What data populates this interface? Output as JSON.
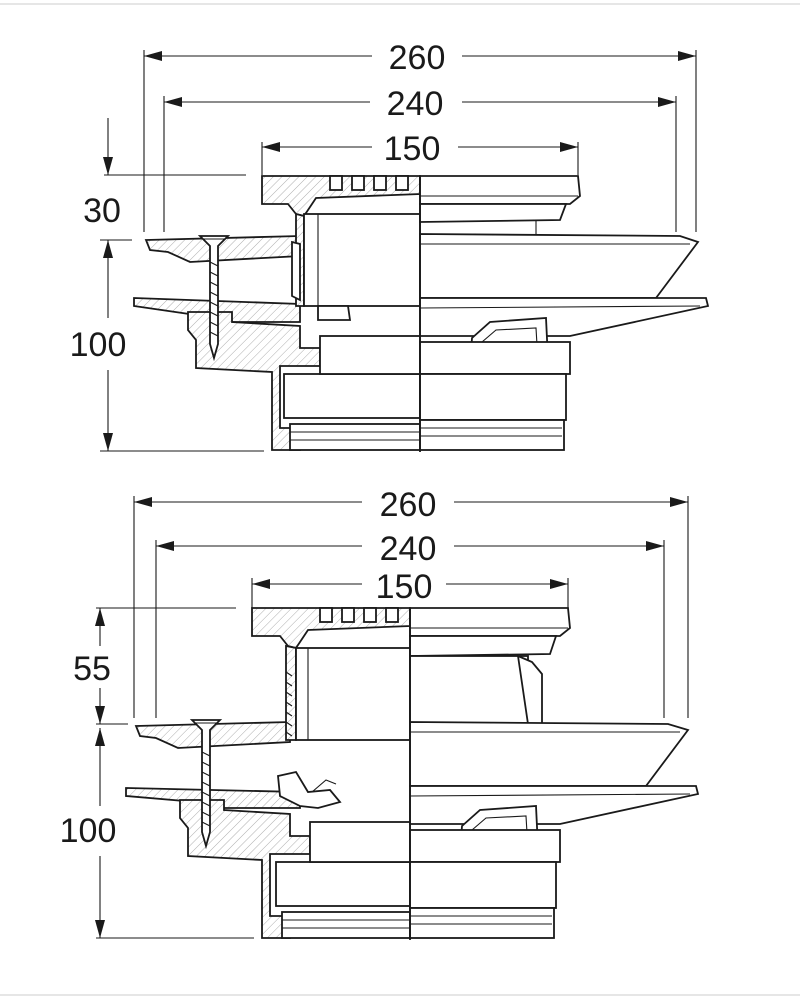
{
  "top_drawing": {
    "dim_overall": "260",
    "dim_flange": "240",
    "dim_grate": "150",
    "dim_height_upper": "30",
    "dim_height_lower": "100"
  },
  "bottom_drawing": {
    "dim_overall": "260",
    "dim_flange": "240",
    "dim_grate": "150",
    "dim_height_upper": "55",
    "dim_height_lower": "100"
  }
}
